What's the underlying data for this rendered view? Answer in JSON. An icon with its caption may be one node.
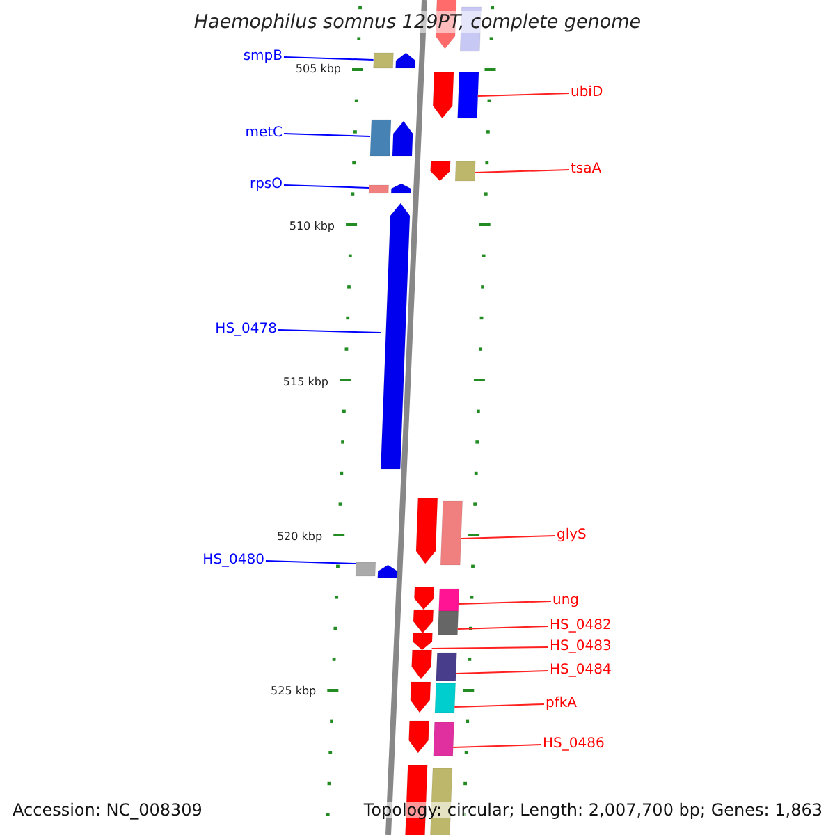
{
  "diagram": {
    "title": "Haemophilus somnus 129PT, complete genome",
    "nodes": [
      {
        "text": [
          "smpB"
        ]
      },
      {
        "text": [],
        "shape": "box"
      },
      {
        "text": [
          "ubiD"
        ]
      },
      {
        "text": [],
        "shape": "box"
      },
      {
        "text": [
          "metC"
        ]
      },
      {
        "text": [],
        "shape": "box"
      },
      {
        "text": [
          "rpsO"
        ]
      },
      {
        "text": [],
        "shape": "box"
      },
      {
        "text": [
          "tsaA"
        ]
      },
      {
        "text": [],
        "shape": "box"
      },
      {
        "text": [
          "HS_0478"
        ]
      },
      {
        "text": [],
        "shape": "arrow"
      },
      {
        "text": [
          "glyS"
        ]
      },
      {
        "text": [],
        "shape": "box"
      },
      {
        "text": [
          "HS_0480"
        ]
      },
      {
        "text": [],
        "shape": "box"
      },
      {
        "text": [
          "ung"
        ]
      },
      {
        "text": [],
        "shape": "box"
      },
      {
        "text": [
          "HS_0482"
        ]
      },
      {
        "text": [],
        "shape": "box"
      },
      {
        "text": [
          "HS_0483"
        ]
      },
      {
        "text": [],
        "shape": "arrow"
      },
      {
        "text": [
          "HS_0484"
        ]
      },
      {
        "text": [],
        "shape": "box"
      },
      {
        "text": [
          "pfkA"
        ]
      },
      {
        "text": [],
        "shape": "box"
      },
      {
        "text": [
          "HS_0486"
        ]
      },
      {
        "text": [],
        "shape": "box"
      },
      {
        "text": [],
        "shape": "arrow"
      },
      {
        "text": [],
        "shape": "box"
      },
      {
        "text": [],
        "shape": "arrow"
      },
      {
        "text": [],
        "shape": "arrow"
      },
      {
        "text": [],
        "shape": "arrow"
      },
      {
        "text": [],
        "shape": "arrow"
      },
      {
        "text": [],
        "shape": "arrow"
      },
      {
        "text": [],
        "shape": "arrow"
      },
      {
        "text": [],
        "shape": "arrow"
      },
      {
        "text": [],
        "shape": "arrow"
      },
      {
        "text": [],
        "shape": "arrow"
      },
      {
        "text": [],
        "shape": "arrow"
      },
      {
        "text": [],
        "shape": "arrow"
      },
      {
        "text": [],
        "shape": "arrow"
      },
      {
        "text": [],
        "shape": "arrow"
      },
      {
        "text": [],
        "shape": "box"
      }
    ],
    "edges": [
      {
        "from": 0,
        "to": 1,
        "arrow": "none",
        "color": "#0000ff"
      },
      {
        "from": 2,
        "to": 3,
        "arrow": "none"
      },
      {
        "from": 4,
        "to": 5,
        "arrow": "none",
        "color": "#0000ff"
      },
      {
        "from": 6,
        "to": 7,
        "arrow": "none",
        "color": "#0000ff"
      },
      {
        "from": 8,
        "to": 9,
        "arrow": "none"
      },
      {
        "from": 10,
        "to": 11,
        "arrow": "none",
        "color": "#0000ff"
      },
      {
        "from": 12,
        "to": 13,
        "arrow": "none"
      },
      {
        "from": 14,
        "to": 15,
        "arrow": "none",
        "color": "#0000ff"
      },
      {
        "from": 16,
        "to": 17,
        "arrow": "none"
      },
      {
        "from": 18,
        "to": 19,
        "arrow": "none"
      },
      {
        "from": 20,
        "to": 21,
        "arrow": "none"
      },
      {
        "from": 22,
        "to": 23,
        "arrow": "none"
      },
      {
        "from": 24,
        "to": 25,
        "arrow": "none"
      },
      {
        "from": 26,
        "to": 27,
        "arrow": "none"
      }
    ],
    "labels": [
      "505 kbp",
      "510 kbp",
      "515 kbp",
      "520 kbp",
      "525 kbp",
      "Accession: NC_008309",
      "Topology: circular; Length: 2,007,700 bp; Genes: 1,863"
    ]
  }
}
